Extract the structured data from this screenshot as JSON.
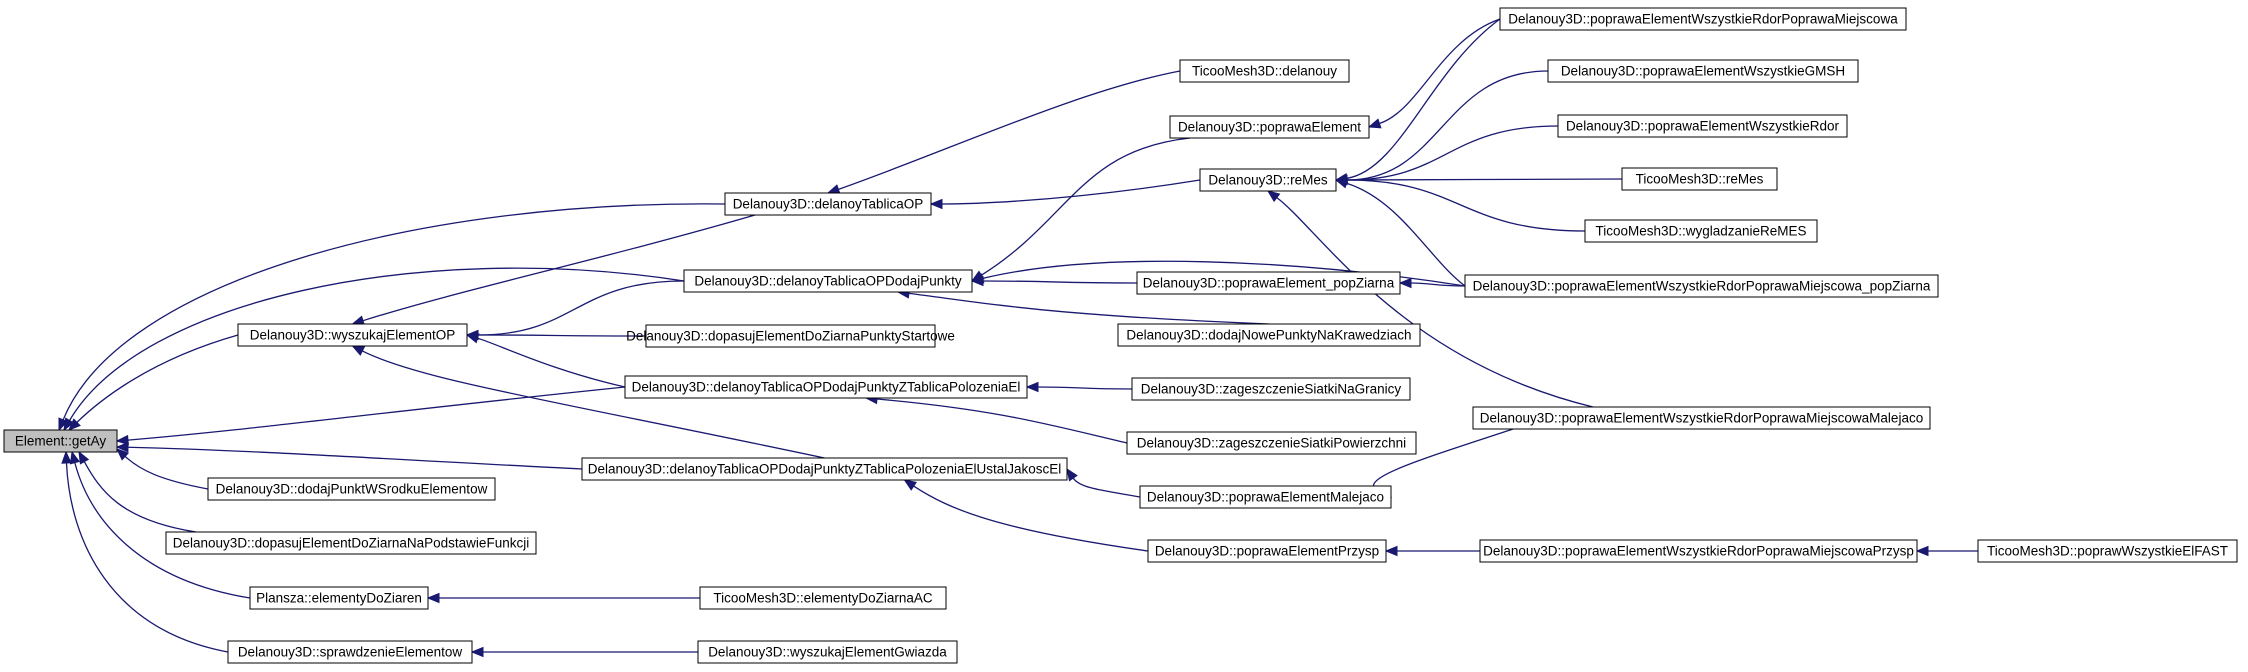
{
  "colors": {
    "edge": "#191970",
    "node_border": "#000000",
    "node_fill": "#ffffff",
    "focus_fill": "#bfbfbf",
    "background": "#ffffff"
  },
  "nodes": {
    "n0": "Element::getAy",
    "n1": "Delanouy3D::delanoyTablicaOP",
    "n2": "TicooMesh3D::delanouy",
    "n3": "Delanouy3D::delanoyTablicaOPDodajPunkty",
    "n4": "Delanouy3D::poprawaElement",
    "n5": "Delanouy3D::poprawaElementWszystkieRdorPoprawaMiejscowa",
    "n6": "Delanouy3D::reMes",
    "n7": "Delanouy3D::poprawaElementWszystkieGMSH",
    "n8": "Delanouy3D::poprawaElementWszystkieRdor",
    "n9": "TicooMesh3D::reMes",
    "n10": "TicooMesh3D::wygladzanieReMES",
    "n11": "Delanouy3D::poprawaElementWszystkieRdorPoprawaMiejscowa_popZiarna",
    "n12": "Delanouy3D::poprawaElementWszystkieRdorPoprawaMiejscowaMalejaco",
    "n13": "Delanouy3D::poprawaElement_popZiarna",
    "n14": "Delanouy3D::dodajNowePunktyNaKrawedziach",
    "n15": "Delanouy3D::wyszukajElementOP",
    "n16": "Delanouy3D::dopasujElementDoZiarnaPunktyStartowe",
    "n17": "Delanouy3D::delanoyTablicaOPDodajPunktyZTablicaPolozeniaEl",
    "n18": "Delanouy3D::zageszczenieSiatkiNaGranicy",
    "n19": "Delanouy3D::zageszczenieSiatkiPowierzchni",
    "n20": "Delanouy3D::delanoyTablicaOPDodajPunktyZTablicaPolozeniaElUstalJakoscEl",
    "n21": "Delanouy3D::poprawaElementMalejaco",
    "n22": "Delanouy3D::poprawaElementPrzysp",
    "n23": "Delanouy3D::poprawaElementWszystkieRdorPoprawaMiejscowaPrzysp",
    "n24": "TicooMesh3D::poprawWszystkieElFAST",
    "n25": "Delanouy3D::dodajPunktWSrodkuElementow",
    "n26": "Delanouy3D::dopasujElementDoZiarnaNaPodstawieFunkcji",
    "n27": "Plansza::elementyDoZiaren",
    "n28": "TicooMesh3D::elementyDoZiarnaAC",
    "n29": "Delanouy3D::sprawdzenieElementow",
    "n30": "Delanouy3D::wyszukajElementGwiazda"
  },
  "edges": [
    [
      "n1",
      "n0"
    ],
    [
      "n3",
      "n0"
    ],
    [
      "n15",
      "n0"
    ],
    [
      "n17",
      "n0"
    ],
    [
      "n20",
      "n0"
    ],
    [
      "n25",
      "n0"
    ],
    [
      "n26",
      "n0"
    ],
    [
      "n27",
      "n0"
    ],
    [
      "n29",
      "n0"
    ],
    [
      "n2",
      "n1"
    ],
    [
      "n6",
      "n1"
    ],
    [
      "n5",
      "n4"
    ],
    [
      "n5",
      "n6"
    ],
    [
      "n7",
      "n6"
    ],
    [
      "n8",
      "n6"
    ],
    [
      "n9",
      "n6"
    ],
    [
      "n10",
      "n6"
    ],
    [
      "n11",
      "n6"
    ],
    [
      "n12",
      "n6"
    ],
    [
      "n4",
      "n3"
    ],
    [
      "n11",
      "n3"
    ],
    [
      "n13",
      "n3"
    ],
    [
      "n14",
      "n3"
    ],
    [
      "n11",
      "n13"
    ],
    [
      "n1",
      "n15"
    ],
    [
      "n3",
      "n15"
    ],
    [
      "n16",
      "n15"
    ],
    [
      "n17",
      "n15"
    ],
    [
      "n20",
      "n15"
    ],
    [
      "n18",
      "n17"
    ],
    [
      "n19",
      "n17"
    ],
    [
      "n21",
      "n20"
    ],
    [
      "n22",
      "n20"
    ],
    [
      "n12",
      "n21"
    ],
    [
      "n23",
      "n22"
    ],
    [
      "n24",
      "n23"
    ],
    [
      "n28",
      "n27"
    ],
    [
      "n30",
      "n29"
    ]
  ]
}
